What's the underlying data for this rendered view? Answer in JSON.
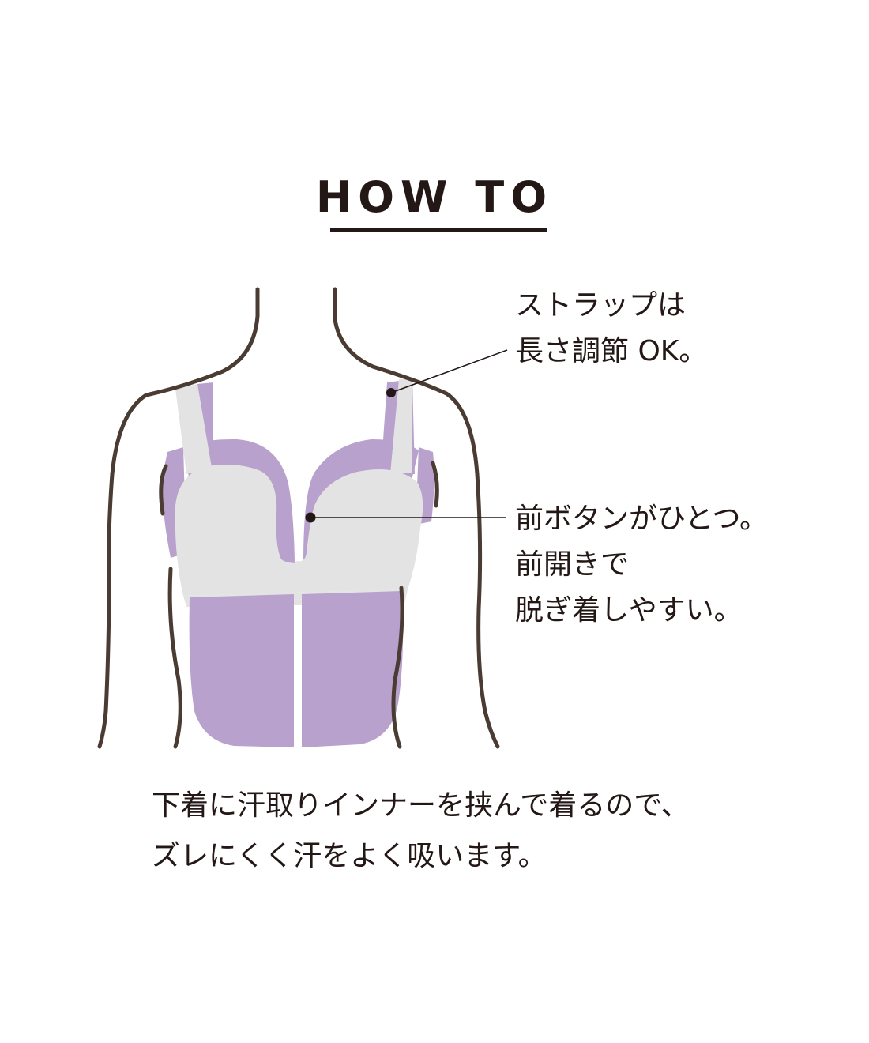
{
  "title": "HOW TO",
  "colors": {
    "text": "#231815",
    "outline": "#4a3b33",
    "garment_lavender": "#b8a1cc",
    "garment_grey": "#e3e3e3",
    "background": "#ffffff"
  },
  "callouts": {
    "strap": {
      "lines": [
        "ストラップは",
        "長さ調節 OK。"
      ]
    },
    "front_button": {
      "lines": [
        "前ボタンがひとつ。",
        "前開きで",
        "脱ぎ着しやすい。"
      ]
    }
  },
  "caption": {
    "lines": [
      "下着に汗取りインナーを挟んで着るので、",
      "ズレにくく汗をよく吸います。"
    ]
  }
}
